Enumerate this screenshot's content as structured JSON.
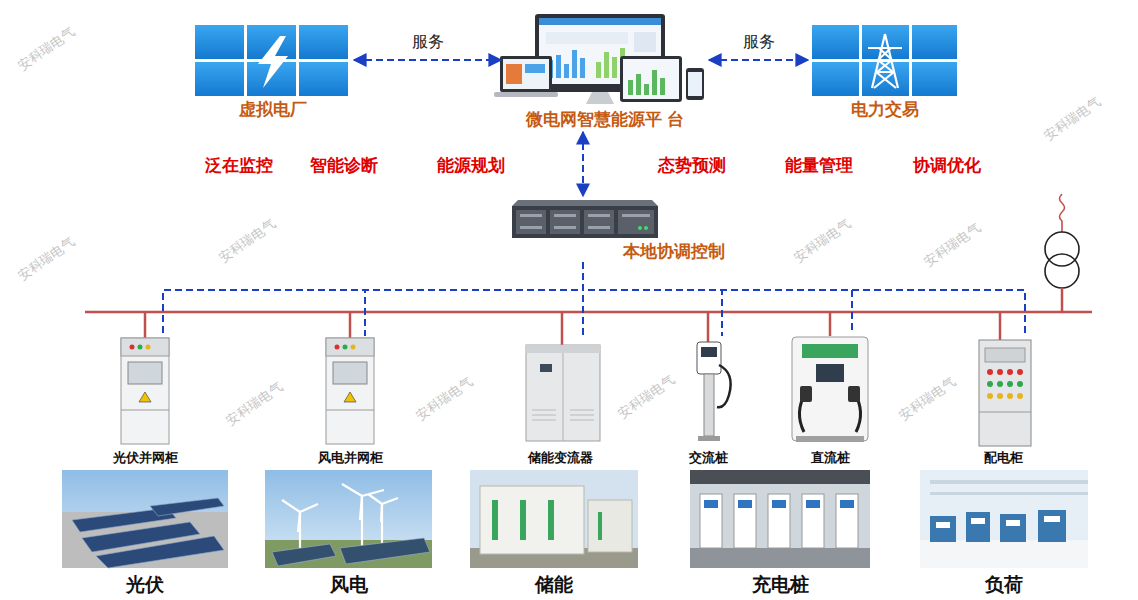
{
  "diagram": {
    "nodes": [
      {
        "text": [
          "虚拟电厂"
        ]
      },
      {
        "text": [
          "微电网智慧能源平 台"
        ]
      },
      {
        "text": [
          "电力交易"
        ]
      },
      {
        "text": [
          "本地协调控制"
        ]
      },
      {
        "text": [
          "光伏并网柜"
        ]
      },
      {
        "text": [
          "风电并网柜"
        ]
      },
      {
        "text": [
          "储能变流器"
        ]
      },
      {
        "text": [
          "交流桩"
        ]
      },
      {
        "text": [
          "直流桩"
        ]
      },
      {
        "text": [
          "配电柜"
        ]
      },
      {
        "text": [
          "光伏"
        ]
      },
      {
        "text": [
          "风电"
        ]
      },
      {
        "text": [
          "储能"
        ]
      },
      {
        "text": [
          "充电桩"
        ]
      },
      {
        "text": [
          "负荷"
        ]
      }
    ],
    "edges": [
      {
        "from": 0,
        "to": 1,
        "label": "服务",
        "arrow": "both"
      },
      {
        "from": 1,
        "to": 2,
        "label": "服务",
        "arrow": "both"
      },
      {
        "from": 1,
        "to": 3,
        "arrow": "both"
      },
      {
        "from": 3,
        "to": 4,
        "arrow": "none"
      },
      {
        "from": 3,
        "to": 5,
        "arrow": "none"
      },
      {
        "from": 3,
        "to": 6,
        "arrow": "none"
      },
      {
        "from": 3,
        "to": 7,
        "arrow": "none"
      },
      {
        "from": 3,
        "to": 8,
        "arrow": "none"
      },
      {
        "from": 3,
        "to": 9,
        "arrow": "none"
      }
    ],
    "labels": [
      "泛在监控",
      "智能诊断",
      "能源规划",
      "态势预测",
      "能量管理",
      "协调优化",
      "安科瑞电气",
      "安科瑞电气",
      "安科瑞电气",
      "安科瑞电气",
      "安科瑞电气",
      "安科瑞电气",
      "安科瑞电气",
      "安科瑞电气",
      "安科瑞电气",
      "安科瑞电气"
    ]
  }
}
